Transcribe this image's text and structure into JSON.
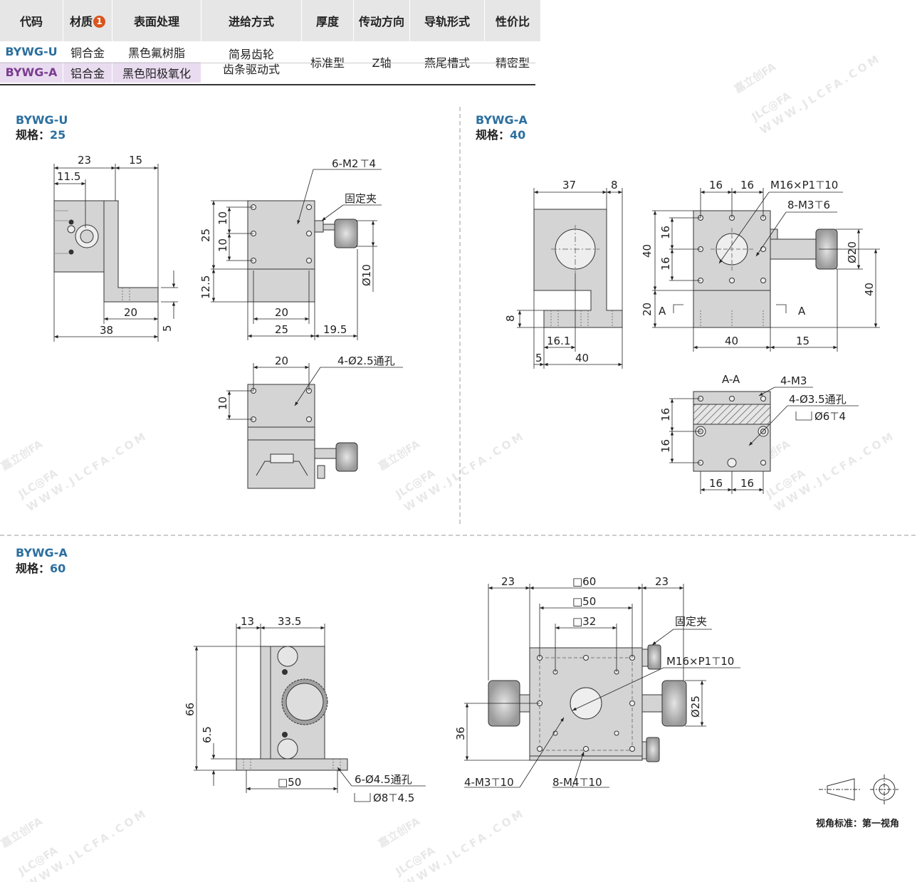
{
  "table": {
    "headers": [
      "代码",
      "材质",
      "表面处理",
      "进给方式",
      "厚度",
      "传动方向",
      "导轨形式",
      "性价比"
    ],
    "material_badge": "1",
    "rows": [
      {
        "code": "BYWG-U",
        "material": "铜合金",
        "surface": "黑色氟树脂"
      },
      {
        "code": "BYWG-A",
        "material": "铝合金",
        "surface": "黑色阳极氧化"
      }
    ],
    "feed_line1": "简易齿轮",
    "feed_line2": "齿条驱动式",
    "thickness": "标准型",
    "direction": "Z轴",
    "guide": "燕尾槽式",
    "value": "精密型"
  },
  "sections": {
    "s1": {
      "code": "BYWG-U",
      "spec_label": "规格：",
      "spec_value": "25"
    },
    "s2": {
      "code": "BYWG-A",
      "spec_label": "规格：",
      "spec_value": "40"
    },
    "s3": {
      "code": "BYWG-A",
      "spec_label": "规格：",
      "spec_value": "60"
    }
  },
  "dims": {
    "u25": {
      "d23": "23",
      "d15": "15",
      "d11_5": "11.5",
      "d20": "20",
      "d38": "38",
      "d5": "5",
      "holes": "6-M2",
      "depth": "4",
      "clip": "固定夹",
      "d25": "25",
      "d10a": "10",
      "d10b": "10",
      "d12_5": "12.5",
      "d20b": "20",
      "d25b": "25",
      "d19_5": "19.5",
      "dia10": "10",
      "d20c": "20",
      "thru": "4-Ø2.5通孔",
      "d10c": "10"
    },
    "a40": {
      "d37": "37",
      "d8": "8",
      "d8b": "8",
      "d16_1": "16.1",
      "d5": "5",
      "d40a": "40",
      "d16a": "16",
      "d16b": "16",
      "thread": "M16×P1",
      "thread_depth": "10",
      "holes": "8-M3",
      "holes_depth": "6",
      "d40b": "40",
      "d16c": "16",
      "d16d": "16",
      "d20": "20",
      "secA": "A",
      "secA2": "A",
      "d40c": "40",
      "d15": "15",
      "dia20": "20",
      "d40d": "40",
      "aa": "A-A",
      "m3": "4-M3",
      "thru": "4-Ø3.5通孔",
      "cb": "Ø6",
      "cb_depth": "4",
      "d16e": "16",
      "d16f": "16",
      "d16g": "16",
      "d16h": "16"
    },
    "a60": {
      "d13": "13",
      "d33_5": "33.5",
      "d66": "66",
      "d6_5": "6.5",
      "sq50": "□50",
      "thru": "6-Ø4.5通孔",
      "cb": "Ø8",
      "cb_depth": "4.5",
      "d23a": "23",
      "sq60": "□60",
      "d23b": "23",
      "sq50b": "□50",
      "sq32": "□32",
      "clip": "固定夹",
      "thread": "M16×P1",
      "thread_depth": "10",
      "dia25": "25",
      "d36": "36",
      "m3": "4-M3",
      "m3_depth": "10",
      "m4": "8-M4",
      "m4_depth": "10"
    }
  },
  "view_standard": "视角标准：第一视角",
  "watermark": {
    "brand": "JLC@FA",
    "cn": "嘉立创FA",
    "url": "WWW.JLCFA.COM"
  },
  "colors": {
    "accent": "#2b6f9f",
    "accent_purple": "#7a3c8f",
    "badge": "#d9541e",
    "header_bg": "#e6e6e6",
    "body_fill": "#d4d4d4"
  }
}
